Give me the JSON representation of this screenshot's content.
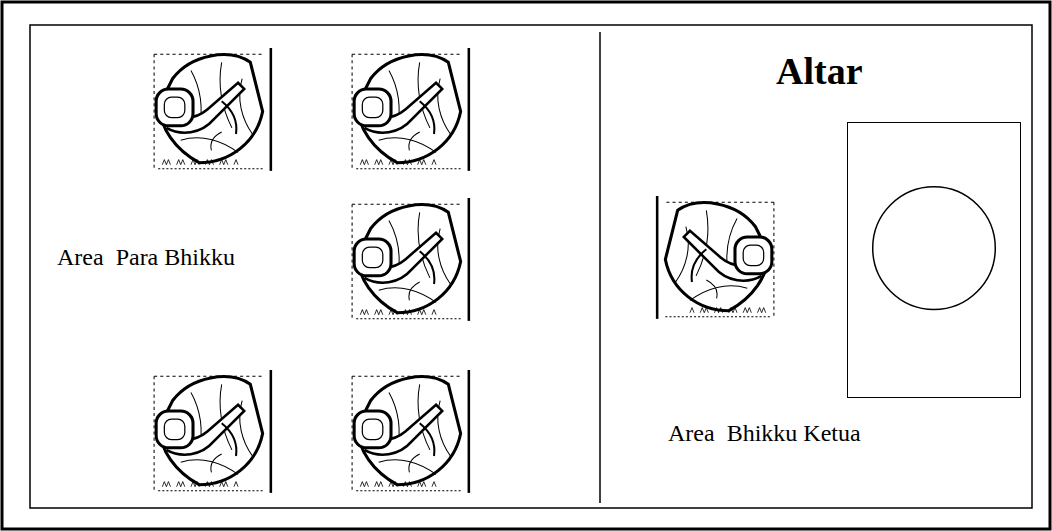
{
  "diagram": {
    "nodes": [
      {
        "text": [
          "Altar"
        ]
      }
    ],
    "labels": [
      "Area  Para Bhikku",
      "Area  Bhikku Ketua"
    ]
  }
}
